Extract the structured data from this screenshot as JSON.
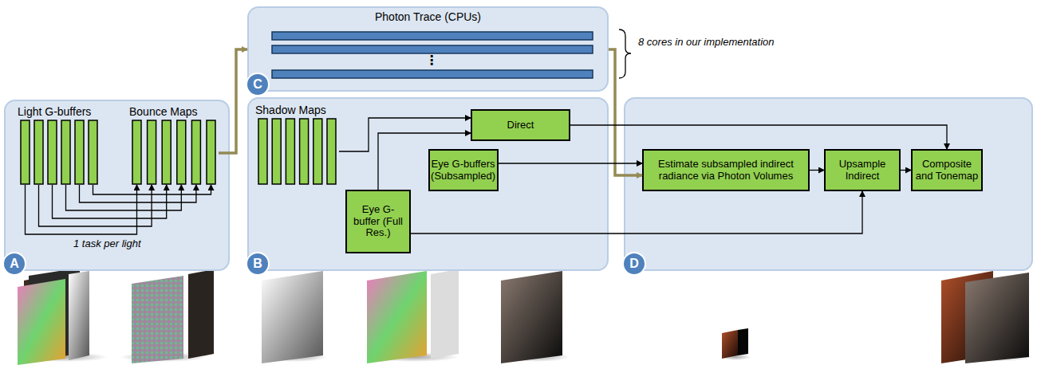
{
  "diagram": {
    "nodes": [
      {
        "text": [
          "A"
        ]
      },
      {
        "text": [
          "Light G-buffers"
        ],
        "in": 0
      },
      {
        "text": [
          "Bounce Maps"
        ],
        "in": 0
      },
      {
        "text": [
          "Photon Trace (CPUs)",
          "C"
        ]
      },
      {
        "text": [
          "B"
        ]
      },
      {
        "text": [
          "Shadow Maps"
        ],
        "in": 4
      },
      {
        "text": [
          "Direct"
        ],
        "in": 4
      },
      {
        "text": [
          "Eye G-buffers (Subsampled)"
        ],
        "in": 4
      },
      {
        "text": [
          "Eye G-buffer (Full Res.)"
        ],
        "in": 4
      },
      {
        "text": [
          "D"
        ]
      },
      {
        "text": [
          "Estimate subsampled indirect radiance via Photon Volumes"
        ],
        "in": 9
      },
      {
        "text": [
          "Upsample Indirect"
        ],
        "in": 9
      },
      {
        "text": [
          "Composite and Tonemap"
        ],
        "in": 9
      }
    ],
    "edges": [
      {
        "from": 1,
        "to": 2,
        "arrow": "to"
      },
      {
        "from": 2,
        "to": 3,
        "arrow": "to"
      },
      {
        "from": 3,
        "to": 10,
        "arrow": "to"
      },
      {
        "from": 5,
        "to": 6,
        "arrow": "to"
      },
      {
        "from": 8,
        "to": 6,
        "arrow": "to"
      },
      {
        "from": 6,
        "to": 12,
        "arrow": "to"
      },
      {
        "from": 7,
        "to": 10,
        "arrow": "to"
      },
      {
        "from": 8,
        "to": 11,
        "arrow": "to"
      },
      {
        "from": 10,
        "to": 11,
        "arrow": "to"
      },
      {
        "from": 11,
        "to": 12,
        "arrow": "to"
      }
    ],
    "labels": [
      "1 task per light",
      "8 cores in our implementation",
      "⋮"
    ]
  }
}
